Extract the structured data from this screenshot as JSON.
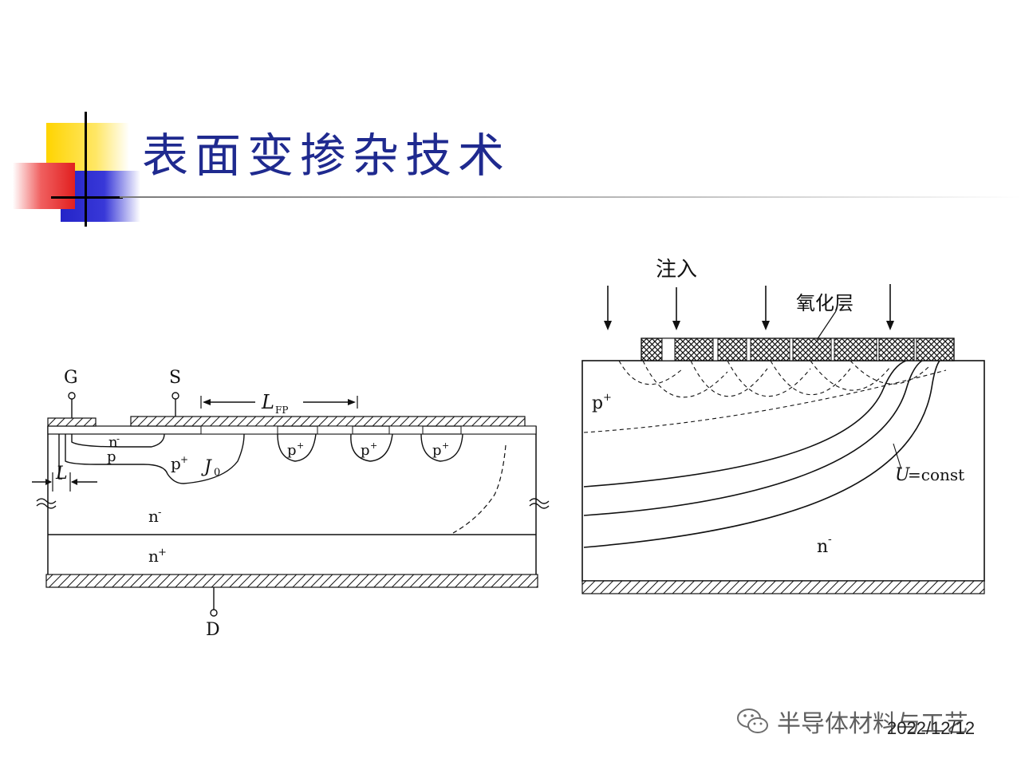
{
  "slide": {
    "title": "表面变掺杂技术",
    "footer_date": "2022/12/12",
    "watermark": "半导体材料与工艺"
  },
  "left_diagram": {
    "terminals": {
      "gate": "G",
      "source": "S",
      "drain": "D"
    },
    "dimension_fp": "L",
    "dimension_fp_sub": "FP",
    "dimension_l": "L",
    "regions": {
      "n_minus_top": "n",
      "n_minus_top_sup": "-",
      "p_small": "p",
      "p_plus_main": "p",
      "p_plus_sup": "+",
      "j0": "J",
      "j0_sub": "0",
      "p_plus_ring": "p",
      "n_minus_drift": "n",
      "n_plus_sub": "n"
    },
    "superscripts": {
      "minus": "-",
      "plus": "+"
    }
  },
  "right_diagram": {
    "implant_label": "注入",
    "oxide_label": "氧化层",
    "p_plus_label": "p",
    "p_plus_sup": "+",
    "equipotential_label_u": "U",
    "equipotential_label_rest": "=const",
    "n_minus_label": "n",
    "n_minus_sup": "-"
  }
}
